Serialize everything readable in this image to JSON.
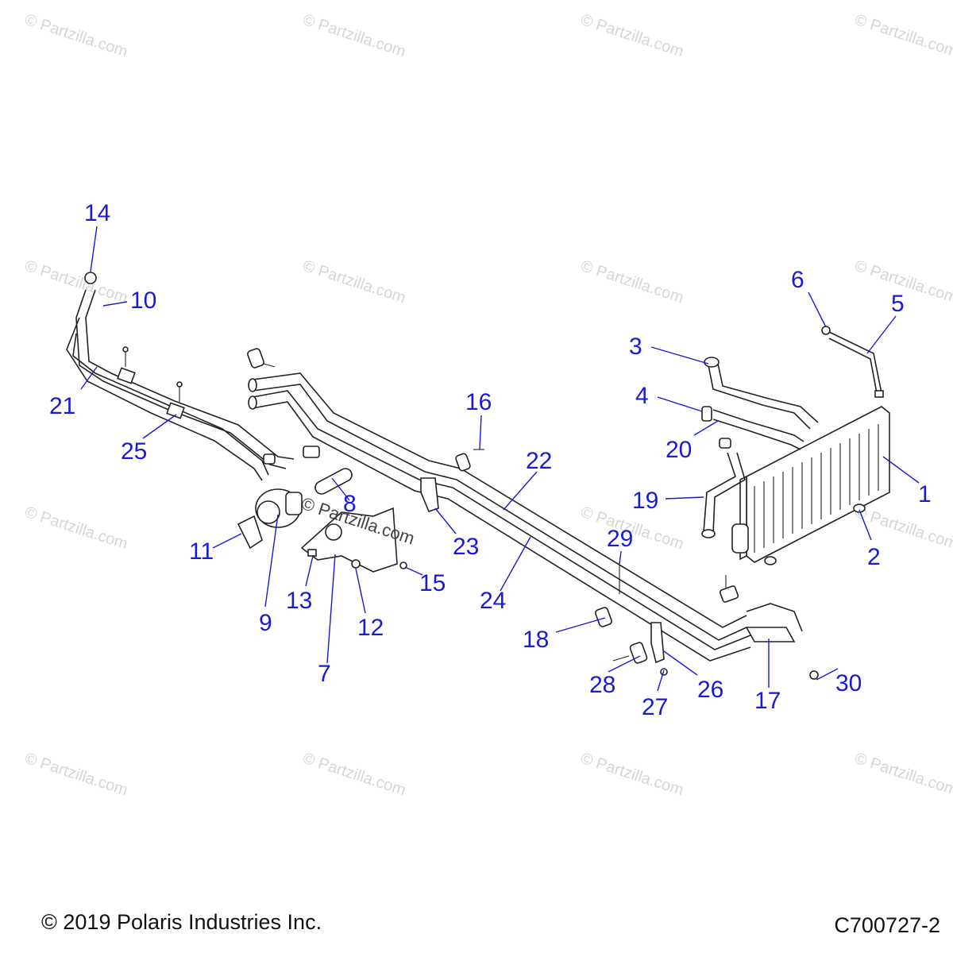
{
  "footer": {
    "copyright": "© 2019 Polaris Industries Inc.",
    "drawing_id": "C700727-2"
  },
  "watermark": {
    "text": "© Partzilla.com",
    "center_text": "© Partzilla.com"
  },
  "callout_color": "#1a1ad6",
  "callouts": [
    {
      "id": "1",
      "label": "1"
    },
    {
      "id": "2",
      "label": "2"
    },
    {
      "id": "3",
      "label": "3"
    },
    {
      "id": "4",
      "label": "4"
    },
    {
      "id": "5",
      "label": "5"
    },
    {
      "id": "6",
      "label": "6"
    },
    {
      "id": "7",
      "label": "7"
    },
    {
      "id": "8",
      "label": "8"
    },
    {
      "id": "9",
      "label": "9"
    },
    {
      "id": "10",
      "label": "10"
    },
    {
      "id": "11",
      "label": "11"
    },
    {
      "id": "12",
      "label": "12"
    },
    {
      "id": "13",
      "label": "13"
    },
    {
      "id": "14",
      "label": "14"
    },
    {
      "id": "15",
      "label": "15"
    },
    {
      "id": "16",
      "label": "16"
    },
    {
      "id": "17",
      "label": "17"
    },
    {
      "id": "18",
      "label": "18"
    },
    {
      "id": "19",
      "label": "19"
    },
    {
      "id": "20",
      "label": "20"
    },
    {
      "id": "21",
      "label": "21"
    },
    {
      "id": "22",
      "label": "22"
    },
    {
      "id": "23",
      "label": "23"
    },
    {
      "id": "24",
      "label": "24"
    },
    {
      "id": "25",
      "label": "25"
    },
    {
      "id": "26",
      "label": "26"
    },
    {
      "id": "27",
      "label": "27"
    },
    {
      "id": "28",
      "label": "28"
    },
    {
      "id": "29",
      "label": "29"
    },
    {
      "id": "30",
      "label": "30"
    }
  ]
}
